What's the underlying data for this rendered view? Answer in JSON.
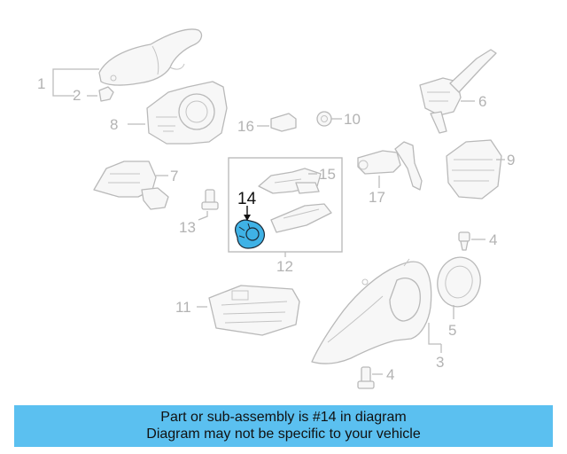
{
  "diagram": {
    "highlight": {
      "callout": "14",
      "color": "#3fb2e6"
    },
    "callouts": {
      "c1": "1",
      "c2": "2",
      "c3": "3",
      "c4a": "4",
      "c4b": "4",
      "c5": "5",
      "c6": "6",
      "c7": "7",
      "c8": "8",
      "c9": "9",
      "c10": "10",
      "c11": "11",
      "c12": "12",
      "c13": "13",
      "c15": "15",
      "c16": "16",
      "c17": "17"
    }
  },
  "banner": {
    "line1": "Part or sub-assembly is #14 in diagram",
    "line2": "Diagram may not be specific to your vehicle",
    "background": "#5bc0f0"
  }
}
